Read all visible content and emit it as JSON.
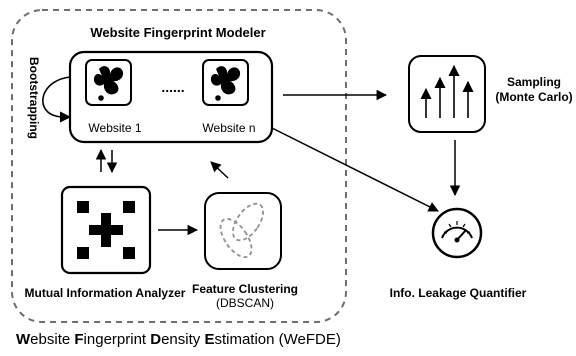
{
  "modeler_title": "Website Fingerprint Modeler",
  "bootstrapping_label": "Bootstrapping",
  "website_first_label": "Website 1",
  "website_last_label": "Website n",
  "ellipsis": "......",
  "mutual_info_label": "Mutual Information Analyzer",
  "feature_clustering_label": "Feature Clustering",
  "feature_clustering_sub": "(DBSCAN)",
  "sampling_label": "Sampling",
  "sampling_sub": "(Monte Carlo)",
  "leakage_label": "Info. Leakage Quantifier",
  "caption": {
    "w_bold": "W",
    "w_rest": "ebsite ",
    "f_bold": "F",
    "f_rest": "ingerprint ",
    "d_bold": "D",
    "d_rest": "ensity ",
    "e_bold": "E",
    "e_rest": "stimation (WeFDE)"
  },
  "icons": [
    "website-blob-icon",
    "mutual-information-matrix-icon",
    "cluster-ellipses-icon",
    "sampling-arrows-icon",
    "gauge-icon"
  ],
  "colors": {
    "line": "#000000",
    "dashed_border": "#6e6e6e",
    "cluster_stroke": "#909090"
  }
}
